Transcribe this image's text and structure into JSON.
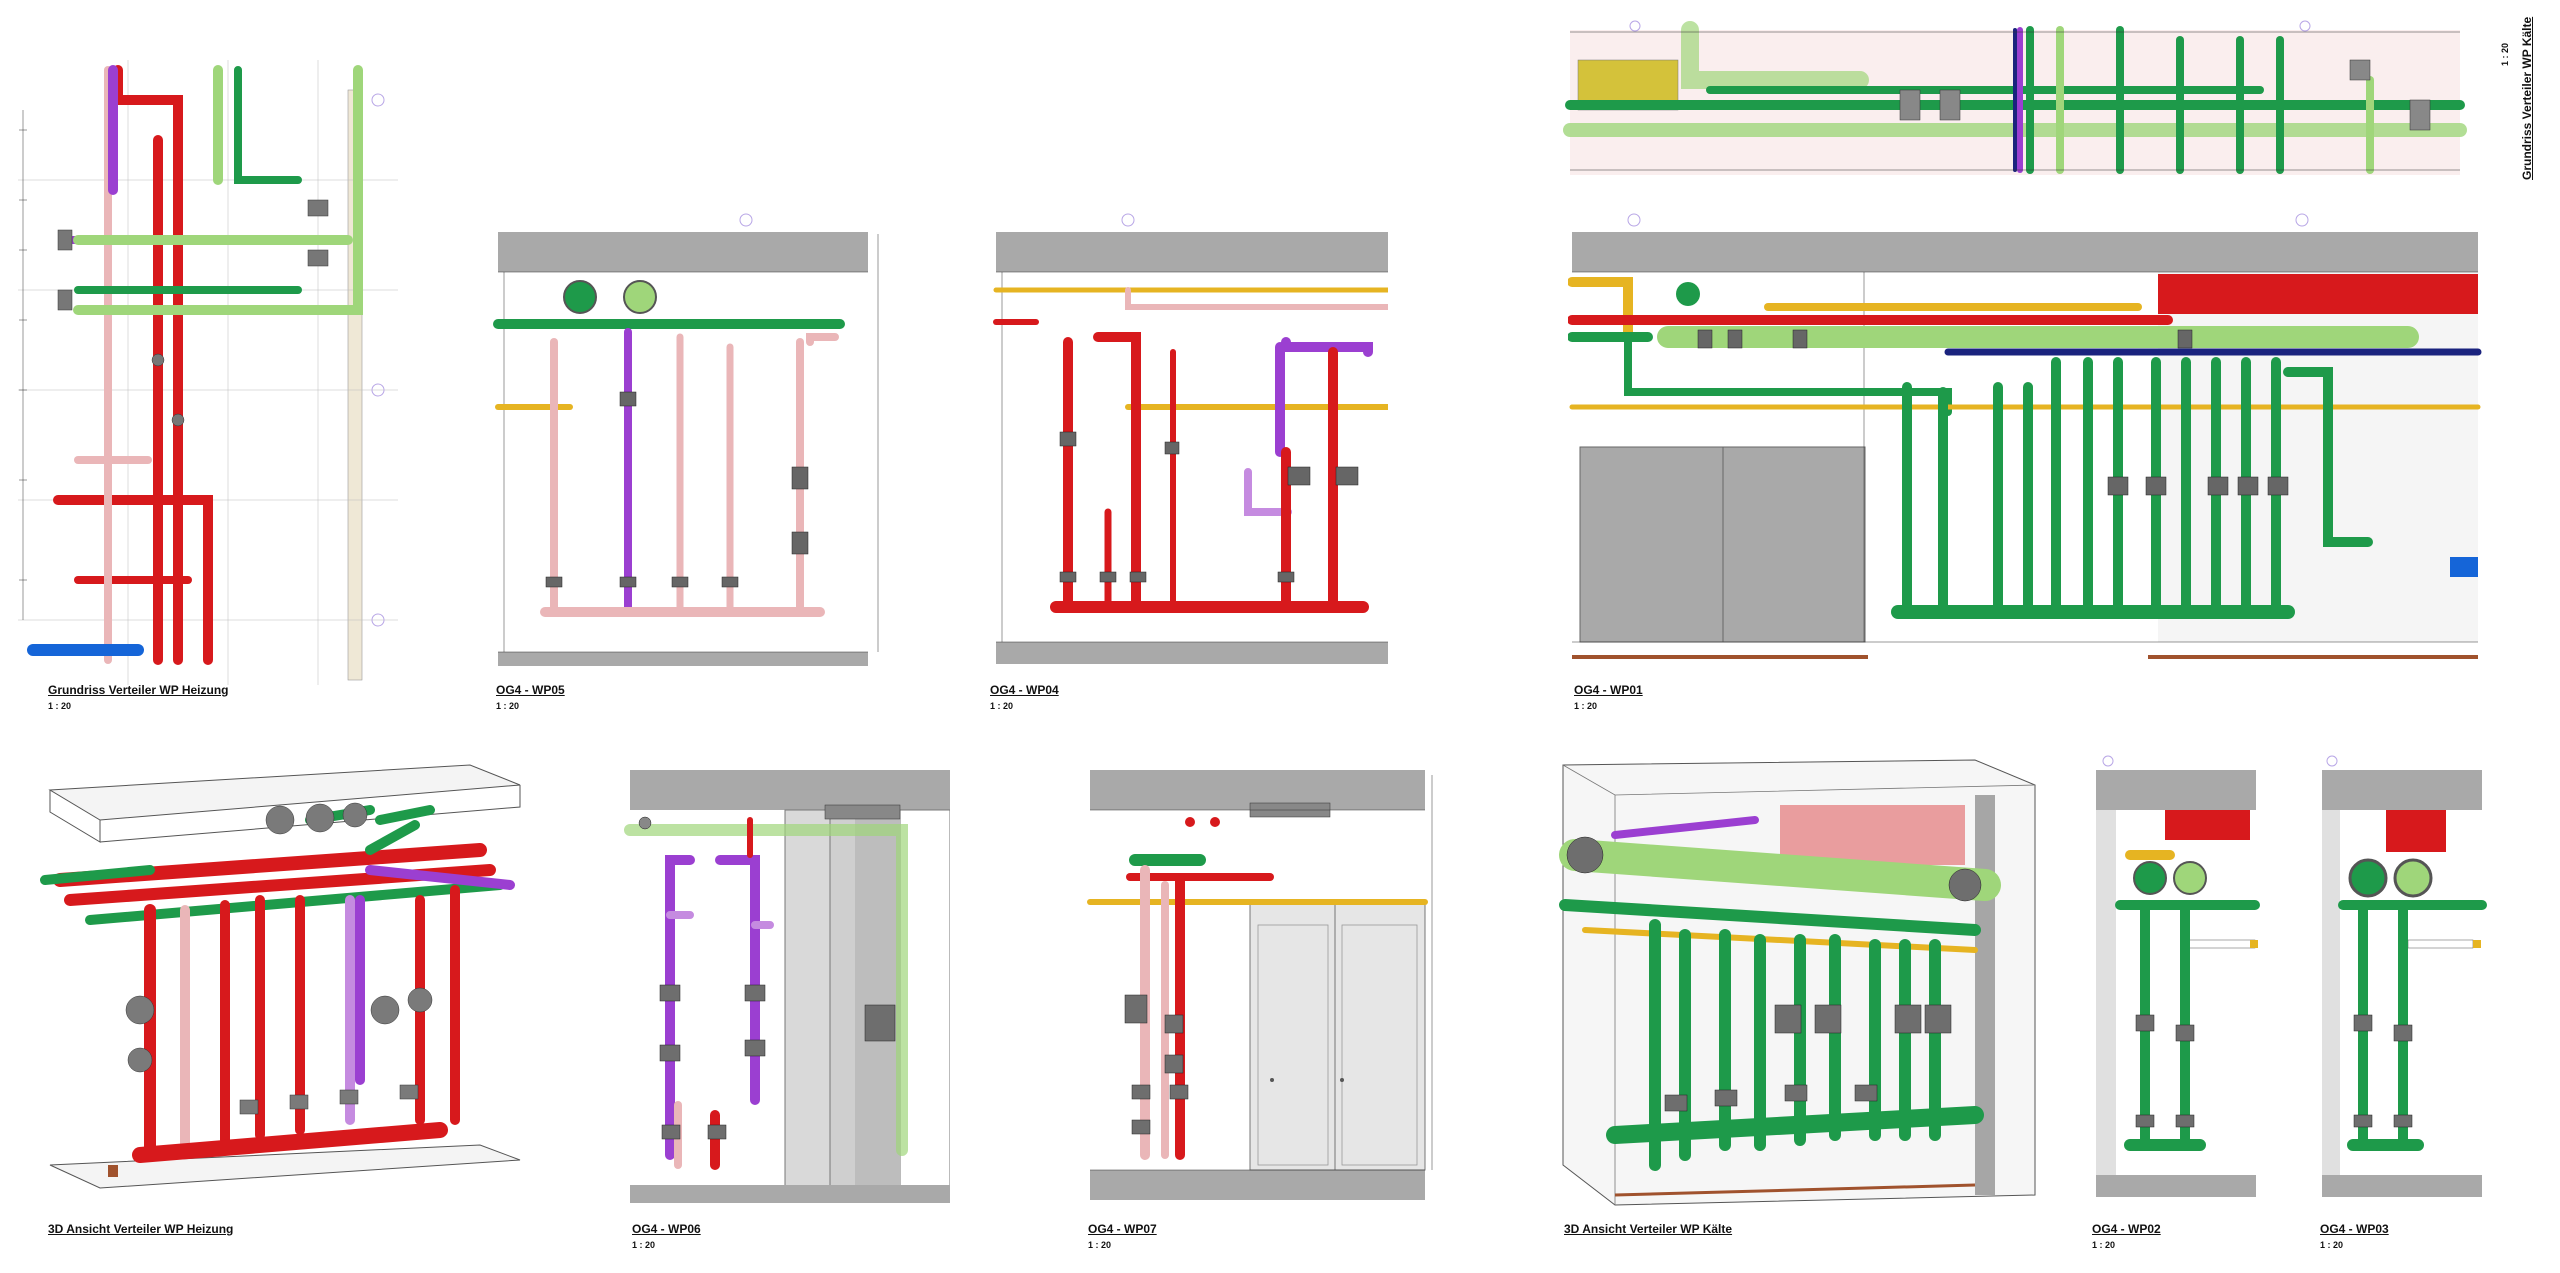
{
  "colors": {
    "heating_red": "#d7191c",
    "heating_pink": "#eab6b8",
    "heating_purple": "#9b3fd1",
    "light_green": "#9fd67a",
    "cooling_green": "#1e9a4a",
    "dark_green": "#0f6b2f",
    "yellow": "#e6b422",
    "blue": "#1565d8",
    "navy": "#1a237e",
    "wall_gray": "#a9a9a9"
  },
  "views": {
    "grundriss_heizung": {
      "title": "Grundriss Verteiler WP Heizung",
      "scale": "1 : 20"
    },
    "og4_wp05": {
      "title": "OG4 - WP05",
      "scale": "1 : 20"
    },
    "og4_wp04": {
      "title": "OG4 - WP04",
      "scale": "1 : 20"
    },
    "og4_wp01": {
      "title": "OG4 - WP01",
      "scale": "1 : 20"
    },
    "grundriss_kaelte": {
      "title": "Grundriss Verteiler WP Kälte",
      "scale": "1 : 20"
    },
    "ansicht_heizung": {
      "title": "3D Ansicht Verteiler WP Heizung"
    },
    "og4_wp06": {
      "title": "OG4 - WP06",
      "scale": "1 : 20"
    },
    "og4_wp07": {
      "title": "OG4 - WP07",
      "scale": "1 : 20"
    },
    "ansicht_kaelte": {
      "title": "3D Ansicht Verteiler WP Kälte"
    },
    "og4_wp02": {
      "title": "OG4 - WP02",
      "scale": "1 : 20"
    },
    "og4_wp03": {
      "title": "OG4 - WP03",
      "scale": "1 : 20"
    }
  }
}
